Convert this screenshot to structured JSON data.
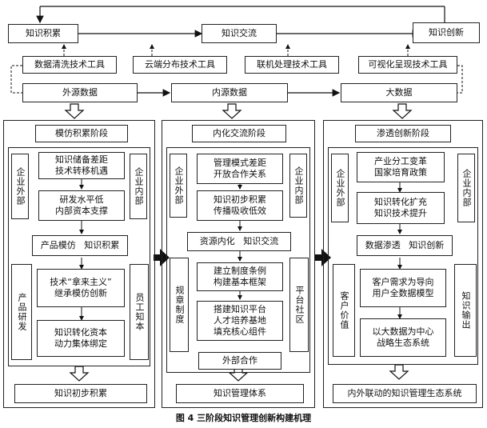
{
  "top": {
    "knowledge_accumulation": "知识积累",
    "knowledge_exchange": "知识交流",
    "knowledge_innovation": "知识创新"
  },
  "tools": {
    "t1": "数据清洗技术工具",
    "t2": "云端分布技术工具",
    "t3": "联机处理技术工具",
    "t4": "可视化呈现技术工具"
  },
  "data_sources": {
    "external": "外源数据",
    "internal": "内源数据",
    "big": "大数据"
  },
  "stage1": {
    "title": "模仿积累阶段",
    "left_side": "企业外部",
    "right_side": "企业内部",
    "box1": "知识储备差距\n技术转移机遇",
    "box2": "研发水平低\n内部资本支撑",
    "mid": "产品模仿   知识积累",
    "left2": "产品研发",
    "right2": "员工知本",
    "box3": "技术“拿来主义”\n继承模仿创新",
    "box4": "知识转化资本\n动力集体绑定",
    "bottom": "知识初步积累"
  },
  "stage2": {
    "title": "内化交流阶段",
    "left_side": "企业外部",
    "right_side": "企业内部",
    "box1": "管理模式差距\n开放合作关系",
    "box2": "知识初步积累\n传播吸收低效",
    "mid": "资源内化   知识交流",
    "left2": "规章制度",
    "right2": "平台社区",
    "box3": "建立制度条例\n构建基本框架",
    "box4": "搭建知识平台\n人才培养基地\n填充核心组件",
    "sub": "外部合作",
    "bottom": "知识管理体系"
  },
  "stage3": {
    "title": "渗透创新阶段",
    "left_side": "企业外部",
    "right_side": "企业内部",
    "box1": "产业分工变革\n国家培育政策",
    "box2": "知识转化扩充\n知识技术提升",
    "mid": "数据渗透   知识创新",
    "left2": "客户价值",
    "right2": "知识输出",
    "box3": "客户需求为导向\n用户全数据模型",
    "box4": "以大数据为中心\n战略生态系统",
    "bottom": "内外联动的知识管理生态系统"
  },
  "caption": "图 4    三阶段知识管理创新构建机理"
}
